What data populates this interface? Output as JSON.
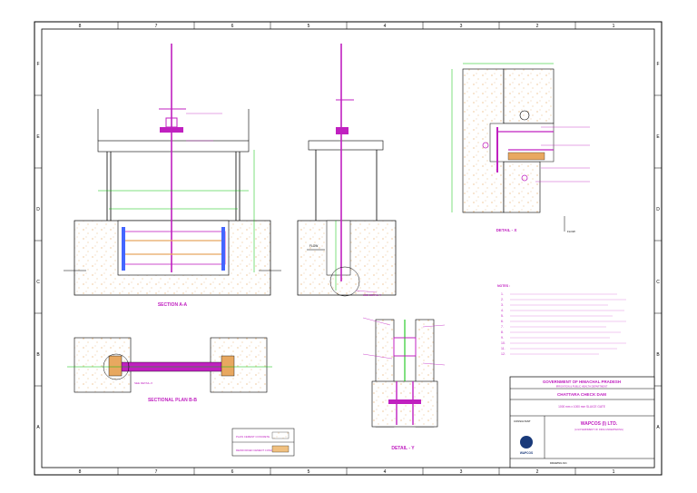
{
  "border": {
    "top_numbers": [
      "8",
      "7",
      "6",
      "5",
      "4",
      "3",
      "2",
      "1"
    ],
    "side_letters": [
      "F",
      "E",
      "D",
      "C",
      "B",
      "A"
    ]
  },
  "views": {
    "section_aa": "SECTION A-A",
    "sectional_plan": "SECTIONAL PLAN B-B",
    "detail_x": "DETAIL - X",
    "detail_y": "DETAIL - Y",
    "flow": "FLOW",
    "see_detail_x": "SEE DETAIL-X",
    "see_detail_y": "SEE DETAIL-Y"
  },
  "notes": {
    "heading": "NOTES :",
    "items": [
      "1.",
      "2.",
      "3.",
      "4.",
      "5.",
      "6.",
      "7.",
      "8.",
      "9.",
      "10.",
      "11.",
      "12."
    ]
  },
  "title_block": {
    "government": "GOVERNMENT OF HIMACHAL PRADESH",
    "department": "IRRIGATION & PUBLIC HEALTH DEPARTMENT",
    "project": "CHATTARA CHECK DAM",
    "drawing_title": "1000 mm x 1000 mm SLUICE GATE",
    "consultant_label": "CONSULTANT",
    "company": "WAPCOS (I) LTD.",
    "company_sub": "(A GOVERNMENT OF INDIA UNDERTAKING)",
    "logo_text": "WAPCOS",
    "drawing_no": "DRAWING NO."
  },
  "legend": {
    "items": [
      "PLAIN CEMENT CONCRETE",
      "REINFORCED CEMENT CONCRETE"
    ]
  },
  "colors": {
    "frame": "#000000",
    "concrete": "#e8a860",
    "steel": "#c020c0",
    "dimension": "#00c000",
    "paper": "#ffffff"
  }
}
